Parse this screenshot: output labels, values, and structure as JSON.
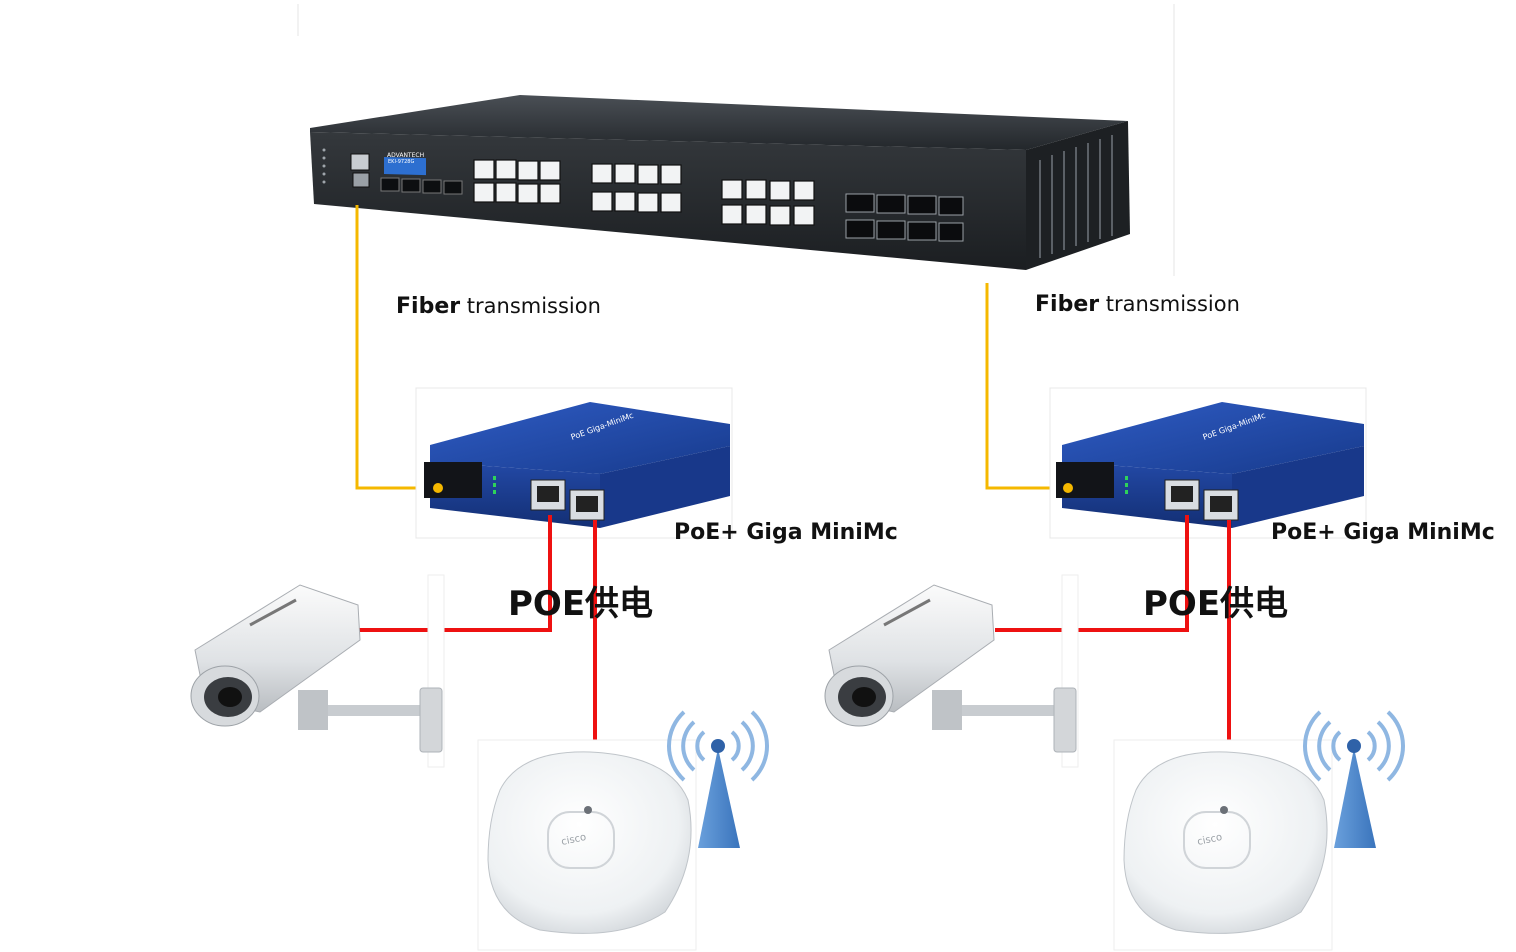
{
  "switch": {
    "brand": "ADVANTECH",
    "model": "EKI-9728G"
  },
  "left_branch": {
    "fiber_label_strong": "Fiber",
    "fiber_label_rest": " transmission",
    "converter_label": "PoE+ Giga MiniMc",
    "converter_brand_text": "PoE Giga-MiniMc",
    "poe_label": "POE供电",
    "ap_brand": "cisco"
  },
  "right_branch": {
    "fiber_label_strong": "Fiber",
    "fiber_label_rest": " transmission",
    "converter_label": "PoE+ Giga MiniMc",
    "converter_brand_text": "PoE Giga-MiniMc",
    "poe_label": "POE供电",
    "ap_brand": "cisco"
  },
  "colors": {
    "fiber": "#f5b800",
    "poe_cable": "#ee1111",
    "converter_blue": "#1f4aa8",
    "switch_body": "#2b2f33",
    "wifi_signal": "#4a86c8"
  },
  "icons": [
    "network-switch-icon",
    "media-converter-icon",
    "security-camera-icon",
    "wireless-access-point-icon",
    "wifi-signal-icon"
  ]
}
